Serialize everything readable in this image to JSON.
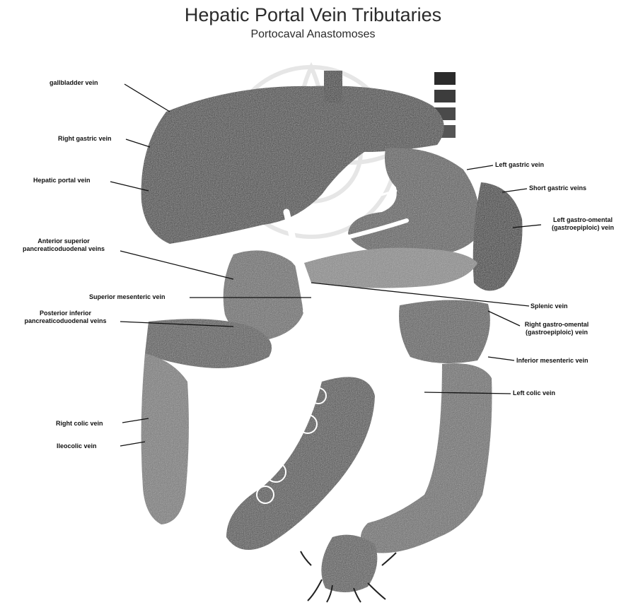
{
  "title": "Hepatic Portal Vein Tributaries",
  "subtitle": "Portocaval Anastomoses",
  "labels_left": {
    "gallbladder": "gallbladder vein",
    "right_gastric": "Right gastric vein",
    "hepatic_portal": "Hepatic portal vein",
    "ant_sup_pd_1": "Anterior superior",
    "ant_sup_pd_2": "pancreaticoduodenal veins",
    "sup_mesenteric": "Superior mesenteric vein",
    "post_inf_pd_1": "Posterior inferior",
    "post_inf_pd_2": "pancreaticoduodenal veins",
    "right_colic": "Right colic vein",
    "ileocolic": "Ileocolic vein"
  },
  "labels_right": {
    "left_gastric": "Left gastric vein",
    "short_gastric": "Short gastric veins",
    "left_go_1": "Left gastro-omental",
    "left_go_2": "(gastroepiploic) vein",
    "splenic": "Splenic vein",
    "right_go_1": "Right gastro-omental",
    "right_go_2": "(gastroepiploic) vein",
    "inf_mesenteric": "Inferior mesenteric vein",
    "left_colic": "Left colic vein"
  },
  "colors": {
    "ink": "#111111",
    "organ_dark": "#3a3a3a",
    "organ_mid": "#6e6e6e",
    "organ_light": "#9a9a9a",
    "watermark": "#e6e6e6"
  }
}
